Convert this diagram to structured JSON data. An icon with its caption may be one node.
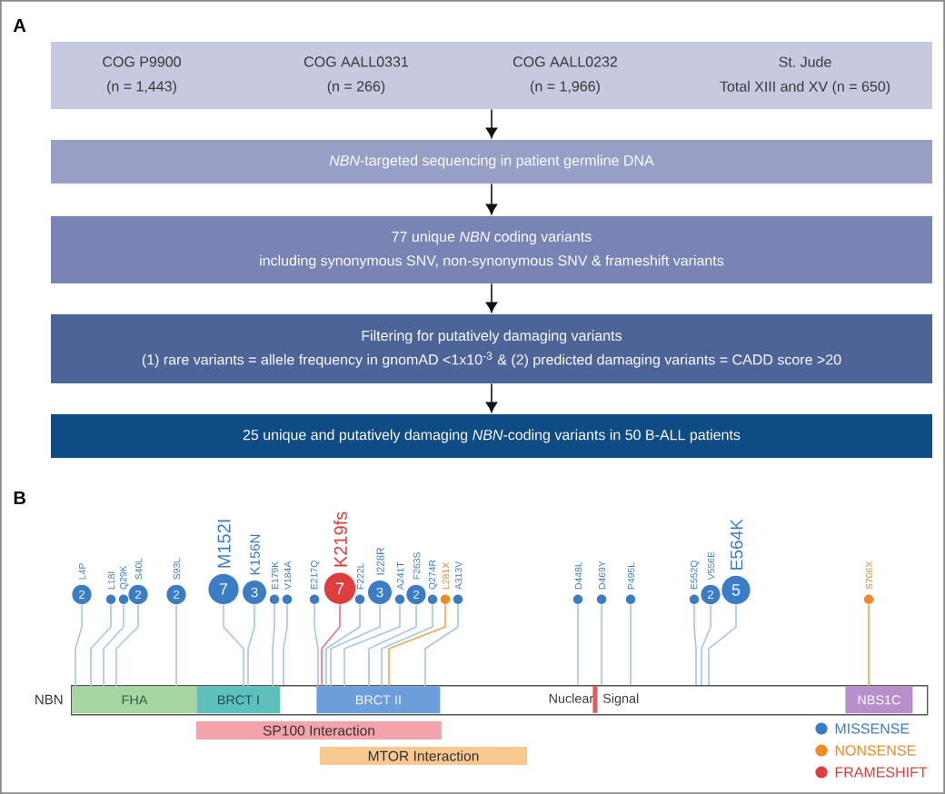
{
  "diagram": {
    "nodes": [
      {
        "text": [
          "COG P9900 (n = 1,443)",
          "COG AALL0331 (n = 266)",
          "COG AALL0232 (n = 1,966)",
          "St. Jude Total XIII and XV (n = 650)"
        ]
      },
      {
        "text": [
          "*NBN*-targeted sequencing in patient germline DNA"
        ]
      },
      {
        "text": [
          "77 unique *NBN* coding variants",
          "including synonymous SNV, non-synonymous SNV & frameshift variants"
        ]
      },
      {
        "text": [
          "Filtering for putatively damaging variants",
          "(1) rare variants = allele frequency in gnomAD <1x10$^{-3}$ & (2) predicted damaging variants = CADD score >20"
        ]
      },
      {
        "text": [
          "25 unique and putatively damaging *NBN*-coding variants in 50 B-ALL patients"
        ]
      },
      {
        "text": [
          "2"
        ],
        "beside": [
          "L4P"
        ]
      },
      {
        "text": [],
        "shape": "circle",
        "beside": [
          "L18I"
        ]
      },
      {
        "text": [],
        "shape": "circle",
        "beside": [
          "Q29K"
        ]
      },
      {
        "text": [
          "2"
        ],
        "beside": [
          "S40L"
        ]
      },
      {
        "text": [
          "2"
        ],
        "beside": [
          "S93L"
        ]
      },
      {
        "text": [
          "7"
        ],
        "beside": [
          "M152I"
        ]
      },
      {
        "text": [
          "3"
        ],
        "beside": [
          "K156N"
        ]
      },
      {
        "text": [],
        "shape": "circle",
        "beside": [
          "E179K"
        ]
      },
      {
        "text": [],
        "shape": "circle",
        "beside": [
          "V184A"
        ]
      },
      {
        "text": [],
        "shape": "circle",
        "beside": [
          "E217Q"
        ]
      },
      {
        "text": [
          "7"
        ],
        "beside": [
          "K219fs"
        ]
      },
      {
        "text": [],
        "shape": "circle",
        "beside": [
          "F222L"
        ]
      },
      {
        "text": [
          "3"
        ],
        "beside": [
          "I228R"
        ]
      },
      {
        "text": [],
        "shape": "circle",
        "beside": [
          "A241T"
        ]
      },
      {
        "text": [
          "2"
        ],
        "beside": [
          "F263S"
        ]
      },
      {
        "text": [],
        "shape": "circle",
        "beside": [
          "Q274R"
        ]
      },
      {
        "text": [],
        "shape": "circle",
        "beside": [
          "L281X"
        ]
      },
      {
        "text": [],
        "shape": "circle",
        "beside": [
          "A313V"
        ]
      },
      {
        "text": [],
        "shape": "circle",
        "beside": [
          "D448L"
        ]
      },
      {
        "text": [],
        "shape": "circle",
        "beside": [
          "D469Y"
        ]
      },
      {
        "text": [],
        "shape": "circle",
        "beside": [
          "P495L"
        ]
      },
      {
        "text": [],
        "shape": "circle",
        "beside": [
          "E552Q"
        ]
      },
      {
        "text": [
          "2"
        ],
        "beside": [
          "V556E"
        ]
      },
      {
        "text": [
          "5"
        ],
        "beside": [
          "E564K"
        ]
      },
      {
        "text": [],
        "shape": "circle",
        "beside": [
          "S706X"
        ]
      },
      {
        "text": [
          "NBN",
          "Nuclear Signal"
        ]
      },
      {
        "text": [
          "FHA"
        ],
        "in": 30
      },
      {
        "text": [
          "BRCT I"
        ],
        "in": 30
      },
      {
        "text": [
          "BRCT II"
        ],
        "in": 30
      },
      {
        "text": [
          "NBS1C"
        ],
        "in": 30
      },
      {
        "text": [
          "SP100 Interaction"
        ]
      },
      {
        "text": [
          "MTOR Interaction"
        ]
      }
    ],
    "edges": [
      {
        "from": 0,
        "to": 1,
        "arrow": "to",
        "color": "#111111"
      },
      {
        "from": 1,
        "to": 2,
        "arrow": "to",
        "color": "#111111"
      },
      {
        "from": 2,
        "to": 3,
        "arrow": "to",
        "color": "#111111"
      },
      {
        "from": 3,
        "to": 4,
        "arrow": "to",
        "color": "#111111"
      },
      {
        "from": 5,
        "to": 31,
        "arrow": "none"
      },
      {
        "from": 6,
        "to": 31,
        "arrow": "none"
      },
      {
        "from": 7,
        "to": 31,
        "arrow": "none"
      },
      {
        "from": 8,
        "to": 31,
        "arrow": "none"
      },
      {
        "from": 9,
        "to": 31,
        "arrow": "none"
      },
      {
        "from": 10,
        "to": 32,
        "arrow": "none"
      },
      {
        "from": 11,
        "to": 32,
        "arrow": "none"
      },
      {
        "from": 12,
        "to": 32,
        "arrow": "none"
      },
      {
        "from": 13,
        "to": 30,
        "arrow": "none"
      },
      {
        "from": 14,
        "to": 33,
        "arrow": "none"
      },
      {
        "from": 15,
        "to": 33,
        "arrow": "none",
        "color": "#e8747a"
      },
      {
        "from": 16,
        "to": 33,
        "arrow": "none"
      },
      {
        "from": 17,
        "to": 33,
        "arrow": "none"
      },
      {
        "from": 18,
        "to": 33,
        "arrow": "none"
      },
      {
        "from": 19,
        "to": 33,
        "arrow": "none"
      },
      {
        "from": 20,
        "to": 33,
        "arrow": "none"
      },
      {
        "from": 21,
        "to": 33,
        "arrow": "none",
        "color": "#f4a24c"
      },
      {
        "from": 22,
        "to": 33,
        "arrow": "none"
      },
      {
        "from": 23,
        "to": 30,
        "arrow": "none"
      },
      {
        "from": 24,
        "to": 30,
        "arrow": "none"
      },
      {
        "from": 25,
        "to": 30,
        "arrow": "none"
      },
      {
        "from": 26,
        "to": 30,
        "arrow": "none"
      },
      {
        "from": 27,
        "to": 30,
        "arrow": "none"
      },
      {
        "from": 28,
        "to": 30,
        "arrow": "none"
      },
      {
        "from": 29,
        "to": 34,
        "arrow": "none",
        "color": "#f4a24c"
      }
    ],
    "labels": [
      "A",
      "B"
    ],
    "legend": [
      {
        "text": "MISSENSE",
        "color": "#3a7cc6"
      },
      {
        "text": "NONSENSE",
        "color": "#f08a24"
      },
      {
        "text": "FRAMESHIFT",
        "color": "#e03e3e"
      }
    ]
  }
}
